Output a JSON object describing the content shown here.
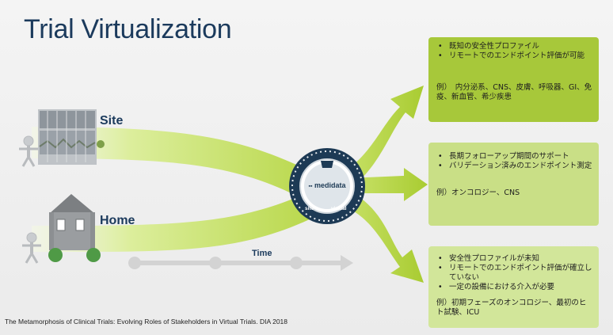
{
  "title": "Trial Virtualization",
  "labels": {
    "site": "Site",
    "home": "Home",
    "time": "Time"
  },
  "dial": {
    "brand": "medidata",
    "left_label": "site",
    "right_label": "virtual"
  },
  "boxes": [
    {
      "bullets": [
        "既知の安全性プロファイル",
        "リモートでのエンドポイント評価が可能"
      ],
      "example": "例）　内分泌系、CNS、皮膚、呼吸器、GI、免疫、新血管、希少疾患"
    },
    {
      "bullets": [
        "長期フォローアップ期間のサポート",
        "バリデーション済みのエンドポイント測定"
      ],
      "example": "例）オンコロジー、CNS"
    },
    {
      "bullets": [
        "安全性プロファイルが未知",
        "リモートでのエンドポイント評価が確立していない",
        "一定の設備における介入が必要"
      ],
      "example": "例）初期フェーズのオンコロジー、最初のヒト試験、ICU"
    }
  ],
  "footer": "The Metamorphosis of Clinical Trials: Evolving Roles of Stakeholders in Virtual Trials. DIA 2018",
  "colors": {
    "title": "#1b3a5c",
    "arrow_green": "#c5e05e",
    "arrow_light": "#e6f2b8",
    "box_dark": "#a7c83a",
    "box_light": "#c9df86",
    "dial_dark": "#1d3a55"
  }
}
